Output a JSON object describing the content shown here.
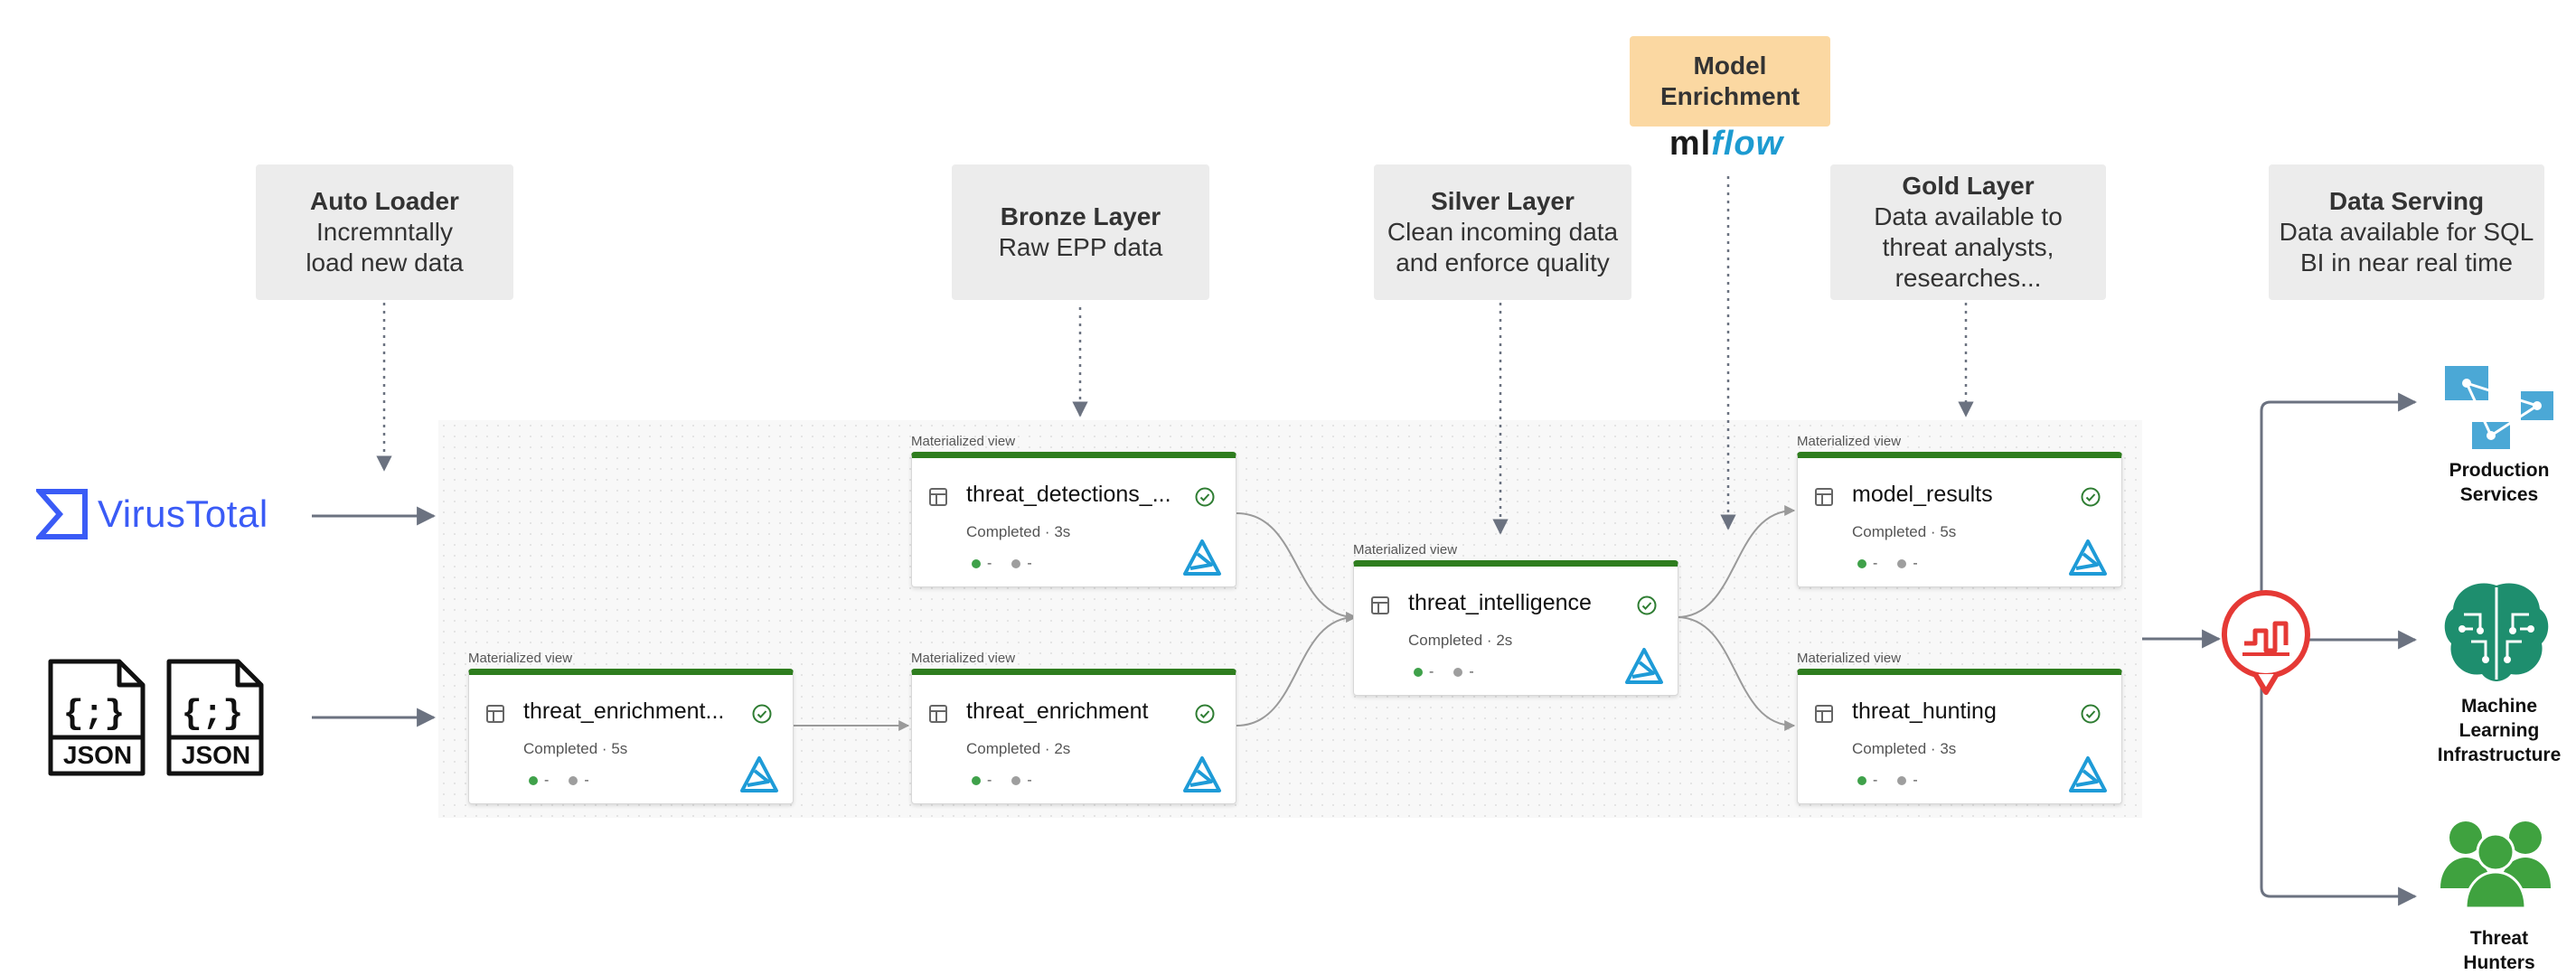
{
  "header_boxes": {
    "auto_loader": {
      "title": "Auto Loader",
      "line1": "Incremntally",
      "line2": "load new data"
    },
    "bronze": {
      "title": "Bronze Layer",
      "line1": "Raw EPP data"
    },
    "silver": {
      "title": "Silver Layer",
      "line1": "Clean incoming data",
      "line2": "and enforce quality"
    },
    "model": {
      "title1": "Model",
      "title2": "Enrichment"
    },
    "gold": {
      "title": "Gold Layer",
      "line1": "Data available to",
      "line2": "threat analysts,",
      "line3": "researches..."
    },
    "serving": {
      "title": "Data Serving",
      "line1": "Data available for SQL",
      "line2": "BI in near real time"
    }
  },
  "mlflow": {
    "ml": "ml",
    "flow": "flow"
  },
  "sources": {
    "virustotal": "VirusTotal",
    "json1": "JSON",
    "json2": "JSON"
  },
  "pipeline": {
    "mv_label": "Materialized view",
    "nodes": [
      {
        "name": "threat_enrichment...",
        "status": "Completed · 5s",
        "stat_green": "-",
        "stat_grey": "-"
      },
      {
        "name": "threat_detections_...",
        "status": "Completed · 3s",
        "stat_green": "-",
        "stat_grey": "-"
      },
      {
        "name": "threat_enrichment",
        "status": "Completed · 2s",
        "stat_green": "-",
        "stat_grey": "-"
      },
      {
        "name": "threat_intelligence",
        "status": "Completed · 2s",
        "stat_green": "-",
        "stat_grey": "-"
      },
      {
        "name": "model_results",
        "status": "Completed · 5s",
        "stat_green": "-",
        "stat_grey": "-"
      },
      {
        "name": "threat_hunting",
        "status": "Completed · 3s",
        "stat_green": "-",
        "stat_grey": "-"
      }
    ]
  },
  "outputs": {
    "production": {
      "line1": "Production",
      "line2": "Services"
    },
    "ml": {
      "line1": "Machine",
      "line2": "Learning",
      "line3": "Infrastructure"
    },
    "hunters": {
      "line1": "Threat",
      "line2": "Hunters"
    }
  },
  "icons": {
    "virustotal": "virustotal-logo-icon",
    "json": "json-file-icon",
    "node": "table-icon",
    "check": "check-circle-icon",
    "delta": "delta-live-tables-icon",
    "hub": "analytics-hub-icon",
    "production": "network-services-icon",
    "ml": "ai-brain-icon",
    "hunters": "user-group-icon"
  },
  "colors": {
    "node_accent": "#2e7d1e",
    "header_box": "#ececec",
    "model_box": "#fbd8a2",
    "virustotal": "#3a5bf6",
    "hub": "#e53935",
    "production": "#4ba8d6",
    "ml": "#1e8e6e",
    "hunters": "#3fa23f",
    "connector": "#6b7280"
  }
}
